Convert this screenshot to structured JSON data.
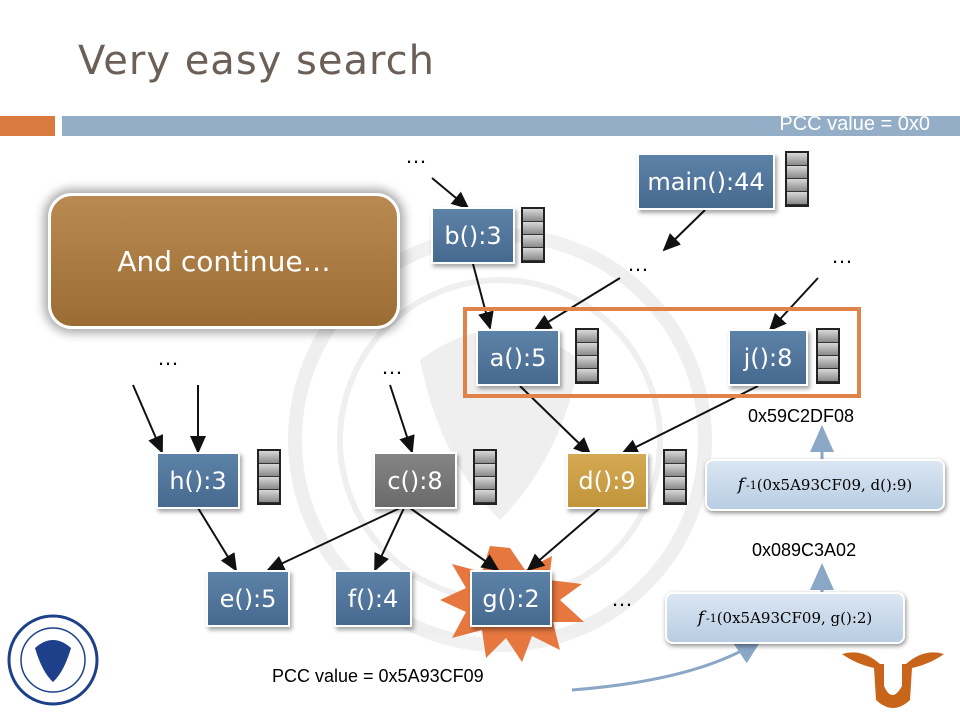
{
  "slide": {
    "title": "Very easy search",
    "pcc_top": "PCC value = 0x0",
    "pcc_bottom": "PCC value = 0x5A93CF09",
    "continue_label": "And continue…"
  },
  "nodes": {
    "main": "main():44",
    "b": "b():3",
    "a": "a():5",
    "j": "j():8",
    "h": "h():3",
    "c": "c():8",
    "d": "d():9",
    "e": "e():5",
    "f": "f():4",
    "g": "g():2"
  },
  "ellipses": {
    "top": "…",
    "mid_left": "…",
    "mid_right": "…",
    "left": "…",
    "center": "…",
    "bottom": "…"
  },
  "hash": {
    "upper_value": "0x59C2DF08",
    "lower_value": "0x089C3A02",
    "upper_func": "f",
    "upper_exp": "-1",
    "upper_args": "(0x5A93CF09, d():9)",
    "lower_func": "f",
    "lower_exp": "-1",
    "lower_args": "(0x5A93CF09, g():2)"
  },
  "colors": {
    "accent_orange": "#d97a3f",
    "header_blue": "#94aec8",
    "node_blue": "#4f74a0",
    "node_grey": "#777777",
    "node_gold": "#c99d45",
    "continue_brown": "#a97a40",
    "burst_orange": "#e5773f"
  },
  "icons": {
    "stack": "stack-icon",
    "burst": "starburst-icon",
    "seal": "university-seal-logo",
    "longhorn": "longhorn-logo"
  }
}
